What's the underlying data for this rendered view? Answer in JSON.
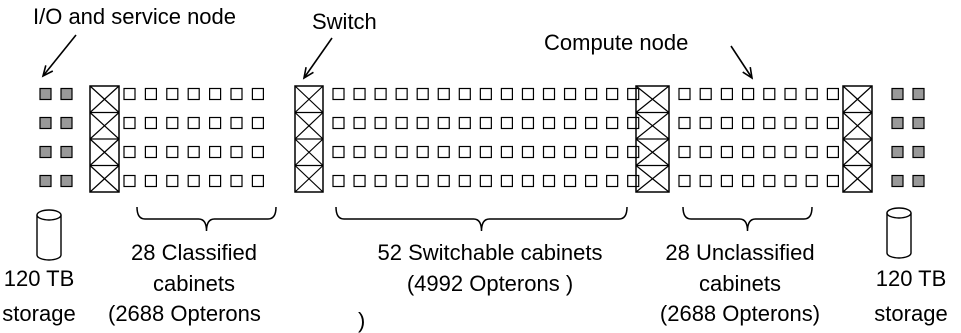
{
  "labels": {
    "io_node": "I/O and service node",
    "switch": "Switch",
    "compute_node": "Compute node"
  },
  "left_storage": {
    "line1": "120 TB",
    "line2": "storage"
  },
  "right_storage": {
    "line1": "120 TB",
    "line2": "storage"
  },
  "groups": {
    "classified": {
      "line1": "28 Classified",
      "line2": "cabinets",
      "line3": "(2688 Opterons",
      "line4": ")"
    },
    "switchable": {
      "line1": "52 Switchable  cabinets",
      "line2": "(4992 Opterons )"
    },
    "unclassified": {
      "line1": "28 Unclassified",
      "line2": "cabinets",
      "line3": "(2688 Opterons)"
    }
  },
  "colors": {
    "io_node_fill": "#999999",
    "compute_node_fill": "#ffffff",
    "stroke": "#000000"
  },
  "icons": [
    "arrow-icon",
    "switch-icon",
    "storage-icon",
    "brace-icon"
  ]
}
